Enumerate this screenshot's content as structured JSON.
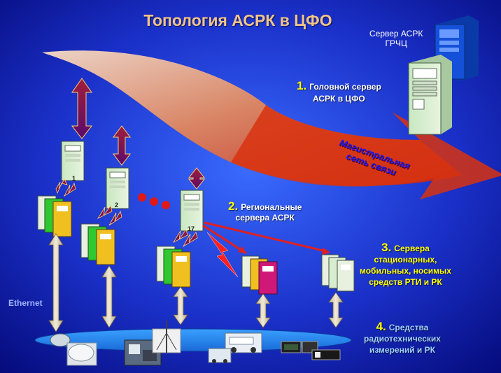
{
  "title": "Топология АСРК в ЦФО",
  "grcc_server": {
    "line1": "Сервер АСРК",
    "line2": "ГРЧЦ"
  },
  "items": [
    {
      "num": "1.",
      "line1": "Головной сервер",
      "line2": "АСРК в ЦФО"
    },
    {
      "num": "2.",
      "line1": "Региональные",
      "line2": "сервера АСРК"
    },
    {
      "num": "3.",
      "line1": "Сервера",
      "line2": "стационарных,",
      "line3": "мобильных, носимых",
      "line4": "средств РТИ и РК"
    },
    {
      "num": "4.",
      "line1": "Средства",
      "line2": "радиотехнических",
      "line3": "измерений и РК"
    }
  ],
  "trunk_network": {
    "line1": "Магистральная",
    "line2": "сеть связи"
  },
  "ethernet_label": "Ethernet",
  "server_tags": {
    "r1": "1",
    "r2": "2",
    "r17": "17"
  },
  "colors": {
    "title": "#f2c48a",
    "label_text": "#ffffff",
    "label_number": "#ffff00",
    "station_label": "#ffff00",
    "ethernet": "#9fb4ff",
    "trunk_text": "#1a1aff",
    "background_dark": "#050a7a",
    "background_light": "#3a6bff"
  },
  "icons": [
    "server-tower-icon",
    "double-arrow-icon",
    "lightning-icon",
    "satellite-dish-icon",
    "vehicle-icon",
    "equipment-icon"
  ]
}
